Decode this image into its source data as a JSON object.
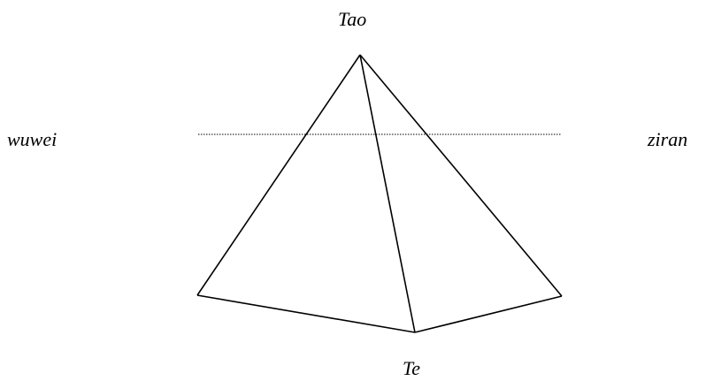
{
  "diagram": {
    "labels": {
      "apex": "Tao",
      "bottom": "Te",
      "left": "wuwei",
      "right": "ziran"
    },
    "colors": {
      "line": "#000000",
      "background": "#ffffff"
    }
  }
}
